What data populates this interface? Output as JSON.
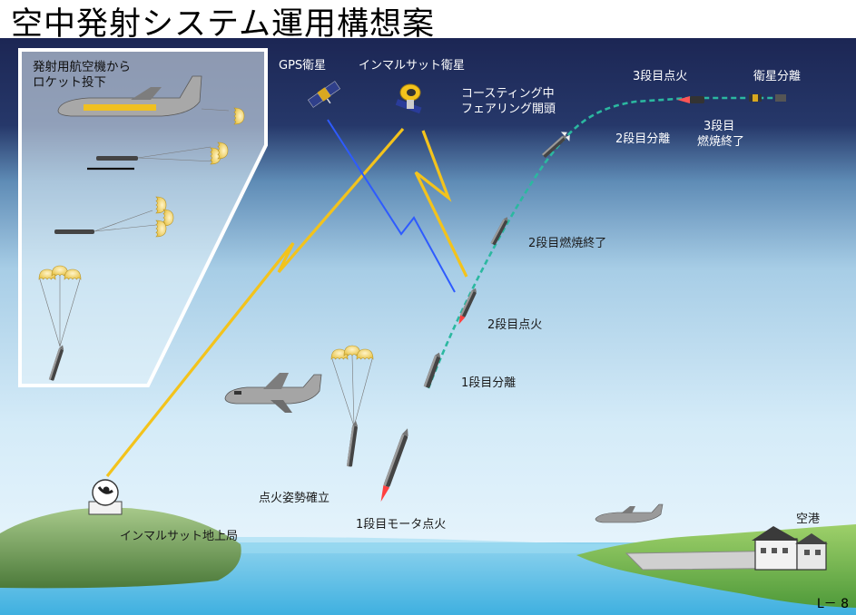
{
  "title": "空中発射システム運用構想案",
  "inset": {
    "label_line1": "発射用航空機から",
    "label_line2": "ロケット投下"
  },
  "labels": {
    "gps_satellite": "GPS衛星",
    "inmarsat_satellite": "インマルサット衛星",
    "coasting_line1": "コースティング中",
    "coasting_line2": "フェアリング開頭",
    "third_ignition": "3段目点火",
    "satellite_separation": "衛星分離",
    "second_separation": "2段目分離",
    "third_burnout_line1": "3段目",
    "third_burnout_line2": "燃焼終了",
    "second_burnout": "2段目燃焼終了",
    "second_ignition": "2段目点火",
    "first_separation": "1段目分離",
    "attitude_established": "点火姿勢確立",
    "first_motor_ignition": "1段目モータ点火",
    "ground_station": "インマルサット地上局",
    "airport": "空港"
  },
  "page_number": "L－ 8",
  "colors": {
    "sky_top": "#1c2654",
    "sky_bottom": "#e3f2fb",
    "sea": "#5fc0e6",
    "link_yellow": "#f3c31c",
    "link_blue": "#2e5bff",
    "trajectory": "#2bb8a0",
    "land_green": "#7fb84a"
  }
}
